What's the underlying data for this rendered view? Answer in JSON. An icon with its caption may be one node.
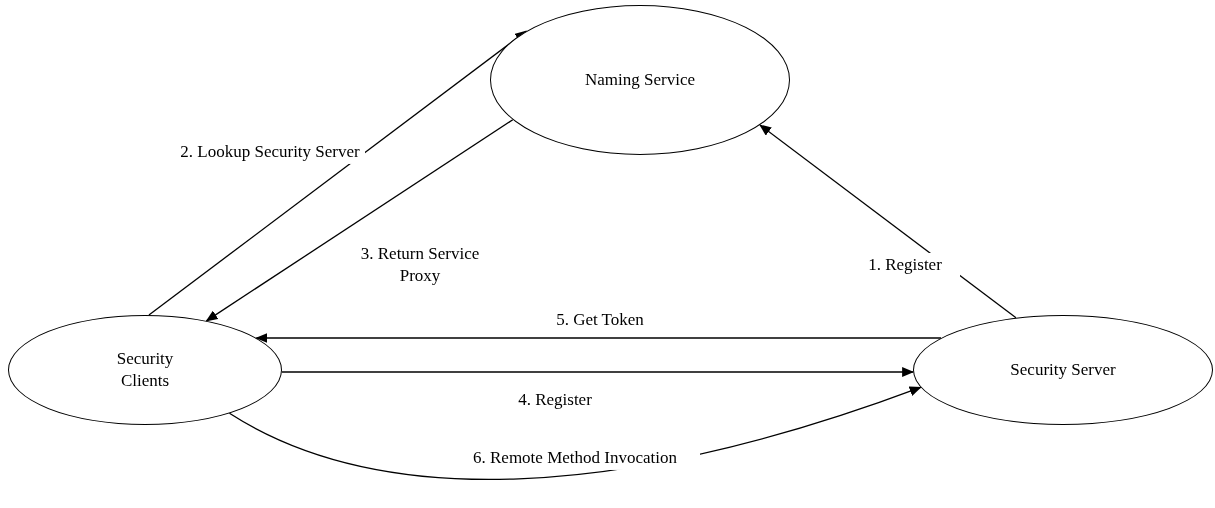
{
  "diagram": {
    "nodes": [
      {
        "text": [
          "Naming Service"
        ]
      },
      {
        "text": [
          "Security Clients"
        ]
      },
      {
        "text": [
          "Security Server"
        ]
      }
    ],
    "edges": [
      {
        "from": 2,
        "to": 0,
        "arrow": "to",
        "label": "1. Register"
      },
      {
        "from": 1,
        "to": 0,
        "arrow": "to",
        "label": "2. Lookup Security Server"
      },
      {
        "from": 0,
        "to": 1,
        "arrow": "to",
        "label": "3. Return Service Proxy"
      },
      {
        "from": 2,
        "to": 1,
        "arrow": "to",
        "label": "5. Get Token"
      },
      {
        "from": 1,
        "to": 2,
        "arrow": "to",
        "label": "4. Register"
      },
      {
        "from": 1,
        "to": 2,
        "arrow": "to",
        "label": "6. Remote Method Invocation"
      }
    ]
  }
}
